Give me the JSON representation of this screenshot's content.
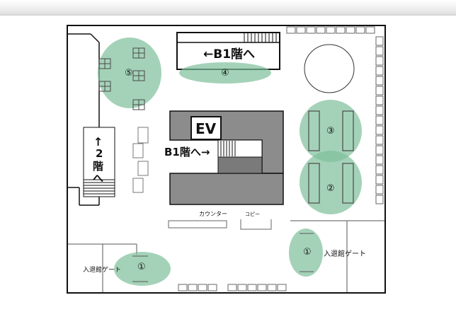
{
  "labels": {
    "to_b1_top": "←B1階へ",
    "ev": "EV",
    "to_b1_stairs": "B1階へ→",
    "to_2f_arrow": "↑",
    "to_2f_num": "2",
    "to_2f_kai": "階",
    "to_2f_he": "へ",
    "counter": "カウンター",
    "copy": "コピー",
    "gate_left": "入退館ゲート",
    "gate_right": "入退館ゲート"
  },
  "zones": {
    "z1_left": "①",
    "z1_right": "①",
    "z2": "②",
    "z3": "③",
    "z4": "④",
    "z5": "⑤"
  },
  "colors": {
    "zone_fill": "#7dbf9a",
    "building_gray": "#8c8c8c"
  }
}
